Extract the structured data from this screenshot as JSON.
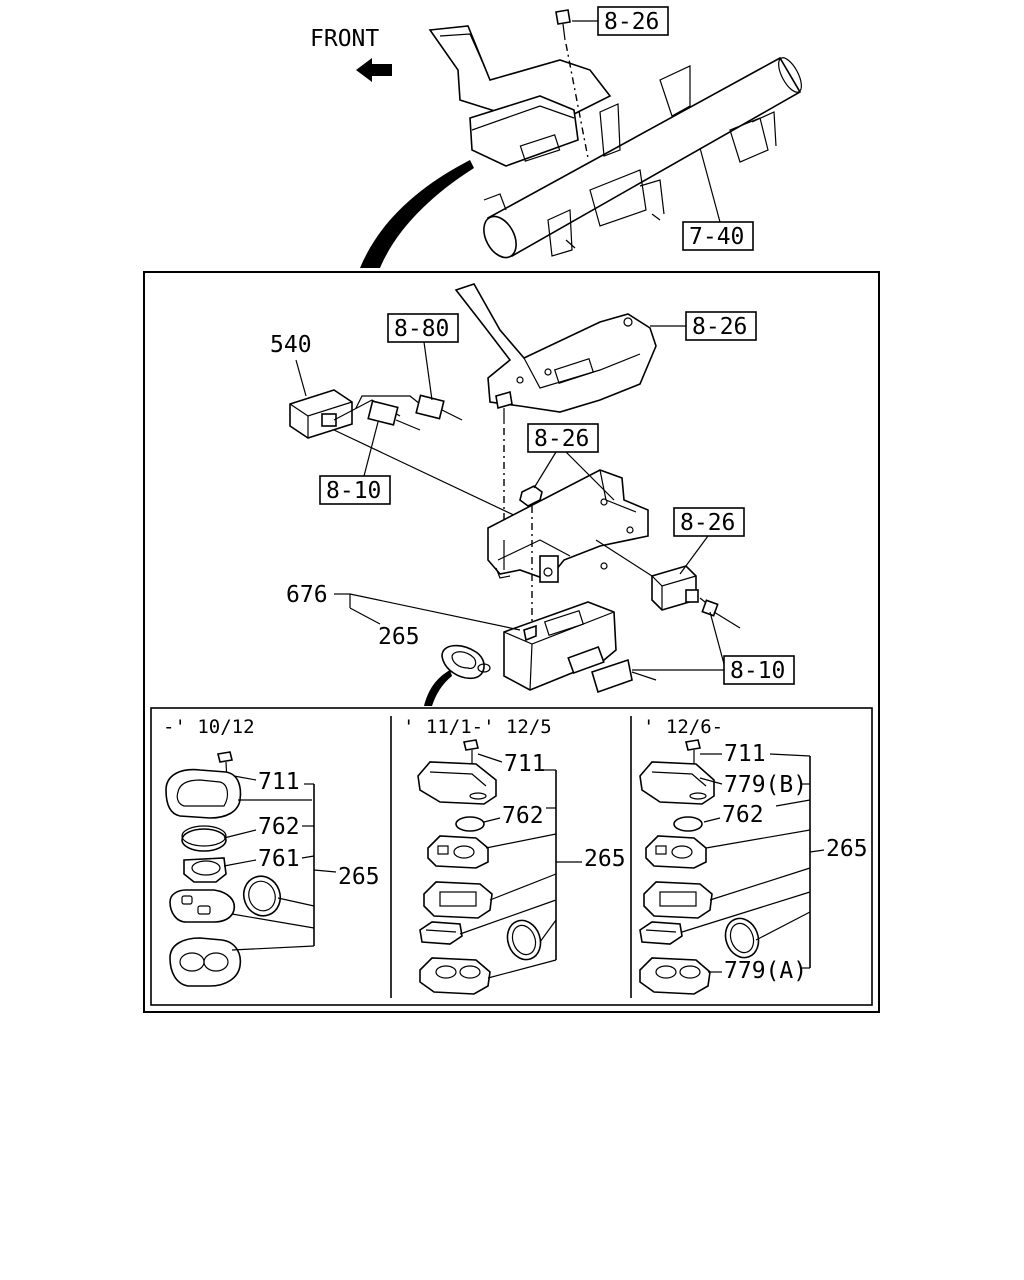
{
  "direction": {
    "label": "FRONT"
  },
  "callouts": {
    "ref_8_26_top": "8-26",
    "ref_7_40": "7-40",
    "ref_8_80": "8-80",
    "ref_8_26_a": "8-26",
    "ref_8_26_b": "8-26",
    "ref_8_26_c": "8-26",
    "ref_8_10_a": "8-10",
    "ref_8_10_b": "8-10",
    "part_540": "540",
    "part_676": "676",
    "part_265_main": "265"
  },
  "variants": [
    {
      "period": "-' 10/12",
      "parts": {
        "p711": "711",
        "p762": "762",
        "p761": "761",
        "p265": "265"
      }
    },
    {
      "period": "' 11/1-' 12/5",
      "parts": {
        "p711": "711",
        "p762": "762",
        "p265": "265"
      }
    },
    {
      "period": "' 12/6-",
      "parts": {
        "p711": "711",
        "p779b": "779(B)",
        "p762": "762",
        "p265": "265",
        "p779a": "779(A)"
      }
    }
  ]
}
